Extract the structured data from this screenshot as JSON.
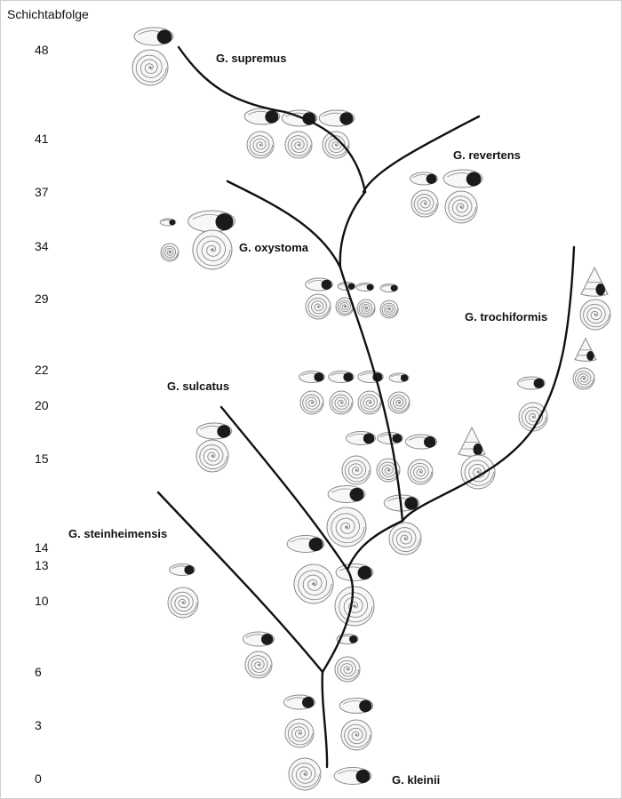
{
  "axis_title": "Schichtabfolge",
  "levels": [
    "48",
    "41",
    "37",
    "34",
    "29",
    "22",
    "20",
    "15",
    "14",
    "13",
    "10",
    "6",
    "3",
    "0"
  ],
  "species": [
    {
      "id": "supremus",
      "label": "G. supremus"
    },
    {
      "id": "revertens",
      "label": "G. revertens"
    },
    {
      "id": "oxystoma",
      "label": "G. oxystoma"
    },
    {
      "id": "trochiformis",
      "label": "G. trochiformis"
    },
    {
      "id": "sulcatus",
      "label": "G. sulcatus"
    },
    {
      "id": "steinheimensis",
      "label": "G. steinheimensis"
    },
    {
      "id": "kleinii",
      "label": "G. kleinii"
    }
  ],
  "colors": {
    "line": "#111111",
    "shell_fill": "#f7f7f7",
    "shell_stroke": "#8a8a8a",
    "aperture": "#1a1a1a"
  }
}
